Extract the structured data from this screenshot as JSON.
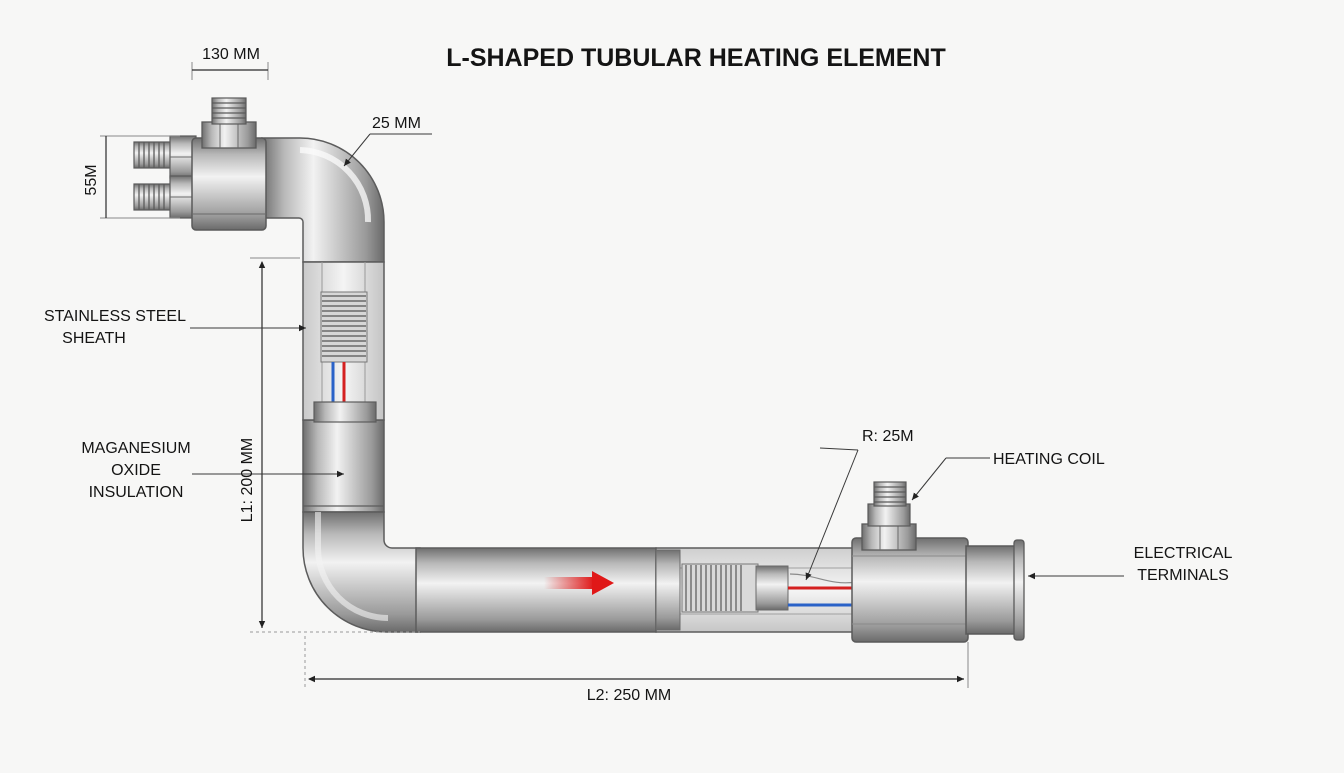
{
  "title": "L-SHAPED TUBULAR HEATING ELEMENT",
  "dimensions": {
    "top_width": "130 MM",
    "bend_top": "25 MM",
    "fitting_height": "55M",
    "l1": "L1: 200 MM",
    "l2": "L2: 250 MM",
    "radius": "R: 25M"
  },
  "labels": {
    "sheath": [
      "STAINLESS STEEL",
      "SHEATH"
    ],
    "insulation": [
      "MAGANESIUM",
      "OXIDE",
      "INSULATION"
    ],
    "heating_coil": "HEATING COIL",
    "terminals": [
      "ELECTRICAL",
      "TERMINALS"
    ]
  },
  "colors": {
    "steel_light": "#eeeeee",
    "steel_mid": "#b9b9b9",
    "steel_dark": "#7d7d7d",
    "wire_red": "#d42020",
    "wire_blue": "#2a62c8",
    "flow_arrow": "#e01818"
  },
  "icons": {
    "flow": "flow-arrow-icon"
  }
}
